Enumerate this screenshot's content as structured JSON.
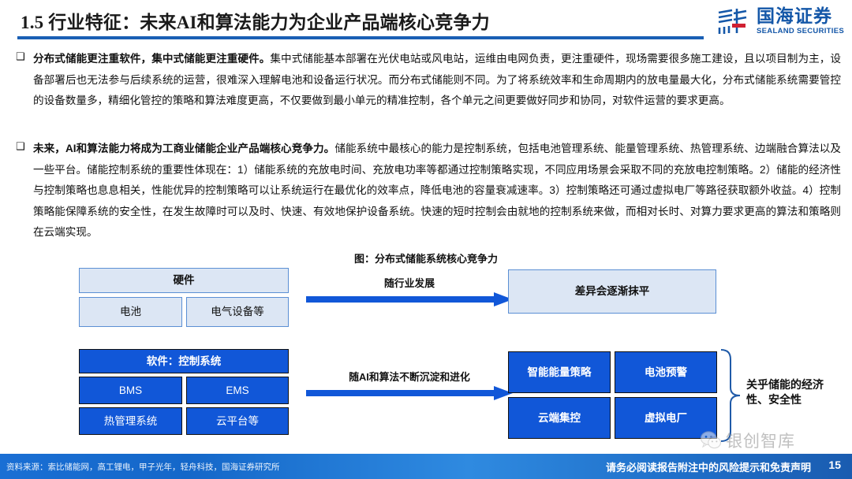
{
  "header": {
    "title": "1.5 行业特征：未来AI和算法能力为企业产品端核心竞争力",
    "logo_cn": "国海证券",
    "logo_en": "SEALAND SECURITIES"
  },
  "bullets": [
    {
      "marker": "❑",
      "lead": "分布式储能更注重软件，集中式储能更注重硬件。",
      "body": "集中式储能基本部署在光伏电站或风电站，运维由电网负责，更注重硬件，现场需要很多施工建设，且以项目制为主，设备部署后也无法参与后续系统的运营，很难深入理解电池和设备运行状况。而分布式储能则不同。为了将系统效率和生命周期内的放电量最大化，分布式储能系统需要管控的设备数量多，精细化管控的策略和算法难度更高，不仅要做到最小单元的精准控制，各个单元之间更要做好同步和协同，对软件运营的要求更高。"
    },
    {
      "marker": "❑",
      "lead": "未来，AI和算法能力将成为工商业储能企业产品端核心竞争力。",
      "body": "储能系统中最核心的能力是控制系统，包括电池管理系统、能量管理系统、热管理系统、边端融合算法以及一些平台。储能控制系统的重要性体现在：1）储能系统的充放电时间、充放电功率等都通过控制策略实现，不同应用场景会采取不同的充放电控制策略。2）储能的经济性与控制策略也息息相关，性能优异的控制策略可以让系统运行在最优化的效率点，降低电池的容量衰减速率。3）控制策略还可通过虚拟电厂等路径获取额外收益。4）控制策略能保障系统的安全性，在发生故障时可以及时、快速、有效地保护设备系统。快速的短时控制会由就地的控制系统来做，而相对长时、对算力要求更高的算法和策略则在云端实现。"
    }
  ],
  "figure": {
    "caption": "图：分布式储能系统核心竞争力",
    "hardware": {
      "header": "硬件",
      "items": [
        "电池",
        "电气设备等"
      ]
    },
    "software": {
      "header": "软件：控制系统",
      "items": [
        "BMS",
        "EMS",
        "热管理系统",
        "云平台等"
      ]
    },
    "arrows": [
      {
        "label": "随行业发展"
      },
      {
        "label": "随AI和算法不断沉淀和进化"
      }
    ],
    "outcome_top": "差异会逐渐抹平",
    "outcome_items": [
      "智能能量策略",
      "电池预警",
      "云端集控",
      "虚拟电厂"
    ],
    "bracket_label": "关乎储能的经济性、安全性"
  },
  "watermark": {
    "text": "银创智库"
  },
  "footer": {
    "source": "资料来源：索比储能网，高工锂电，甲子光年，轻舟科技，国海证券研究所",
    "note": "请务必阅读报告附注中的风险提示和免责声明",
    "page": "15"
  }
}
